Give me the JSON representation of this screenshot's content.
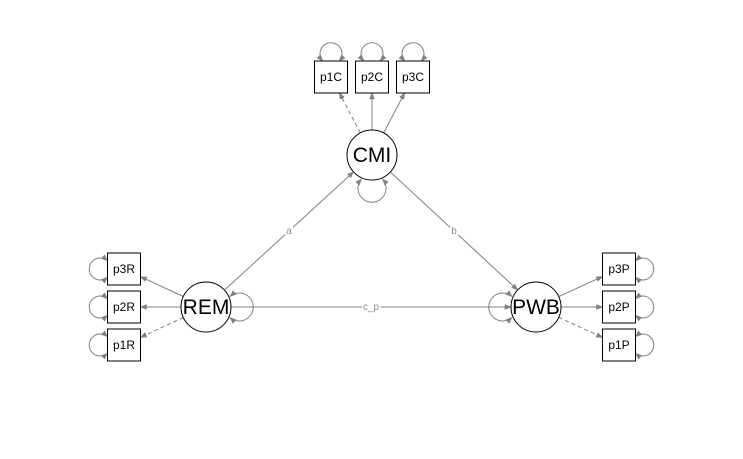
{
  "latents": [
    {
      "id": "CMI",
      "label": "CMI"
    },
    {
      "id": "REM",
      "label": "REM"
    },
    {
      "id": "PWB",
      "label": "PWB"
    }
  ],
  "manifests": [
    {
      "id": "p1C",
      "label": "p1C",
      "factor": "CMI"
    },
    {
      "id": "p2C",
      "label": "p2C",
      "factor": "CMI"
    },
    {
      "id": "p3C",
      "label": "p3C",
      "factor": "CMI"
    },
    {
      "id": "p3R",
      "label": "p3R",
      "factor": "REM"
    },
    {
      "id": "p2R",
      "label": "p2R",
      "factor": "REM"
    },
    {
      "id": "p1R",
      "label": "p1R",
      "factor": "REM"
    },
    {
      "id": "p3P",
      "label": "p3P",
      "factor": "PWB"
    },
    {
      "id": "p2P",
      "label": "p2P",
      "factor": "PWB"
    },
    {
      "id": "p1P",
      "label": "p1P",
      "factor": "PWB"
    }
  ],
  "paths": [
    {
      "from": "REM",
      "to": "CMI",
      "label": "a"
    },
    {
      "from": "CMI",
      "to": "PWB",
      "label": "b"
    },
    {
      "from": "REM",
      "to": "PWB",
      "label": "c_p"
    }
  ],
  "colors": {
    "edge": "#808080",
    "node_stroke": "#000000",
    "node_fill": "#ffffff",
    "path_label": "#8c8c8c"
  }
}
